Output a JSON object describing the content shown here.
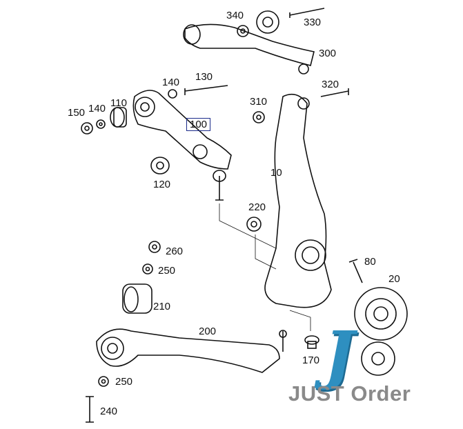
{
  "part_numbers": {
    "p340": "340",
    "p330": "330",
    "p300": "300",
    "p140_top": "140",
    "p130": "130",
    "p320": "320",
    "p310": "310",
    "p150": "150",
    "p140_left": "140",
    "p110": "110",
    "p100": "100",
    "p10": "10",
    "p120": "120",
    "p220": "220",
    "p260": "260",
    "p250_mid": "250",
    "p80": "80",
    "p20": "20",
    "p210": "210",
    "p200": "200",
    "p170": "170",
    "p250_low": "250",
    "p240": "240"
  },
  "logo": {
    "letter": "J",
    "text": "JUST Order"
  },
  "colors": {
    "logo_blue": "#2e8fc0",
    "brand_gray": "#8a8a8a",
    "highlight_box": "#1a2a8a"
  }
}
